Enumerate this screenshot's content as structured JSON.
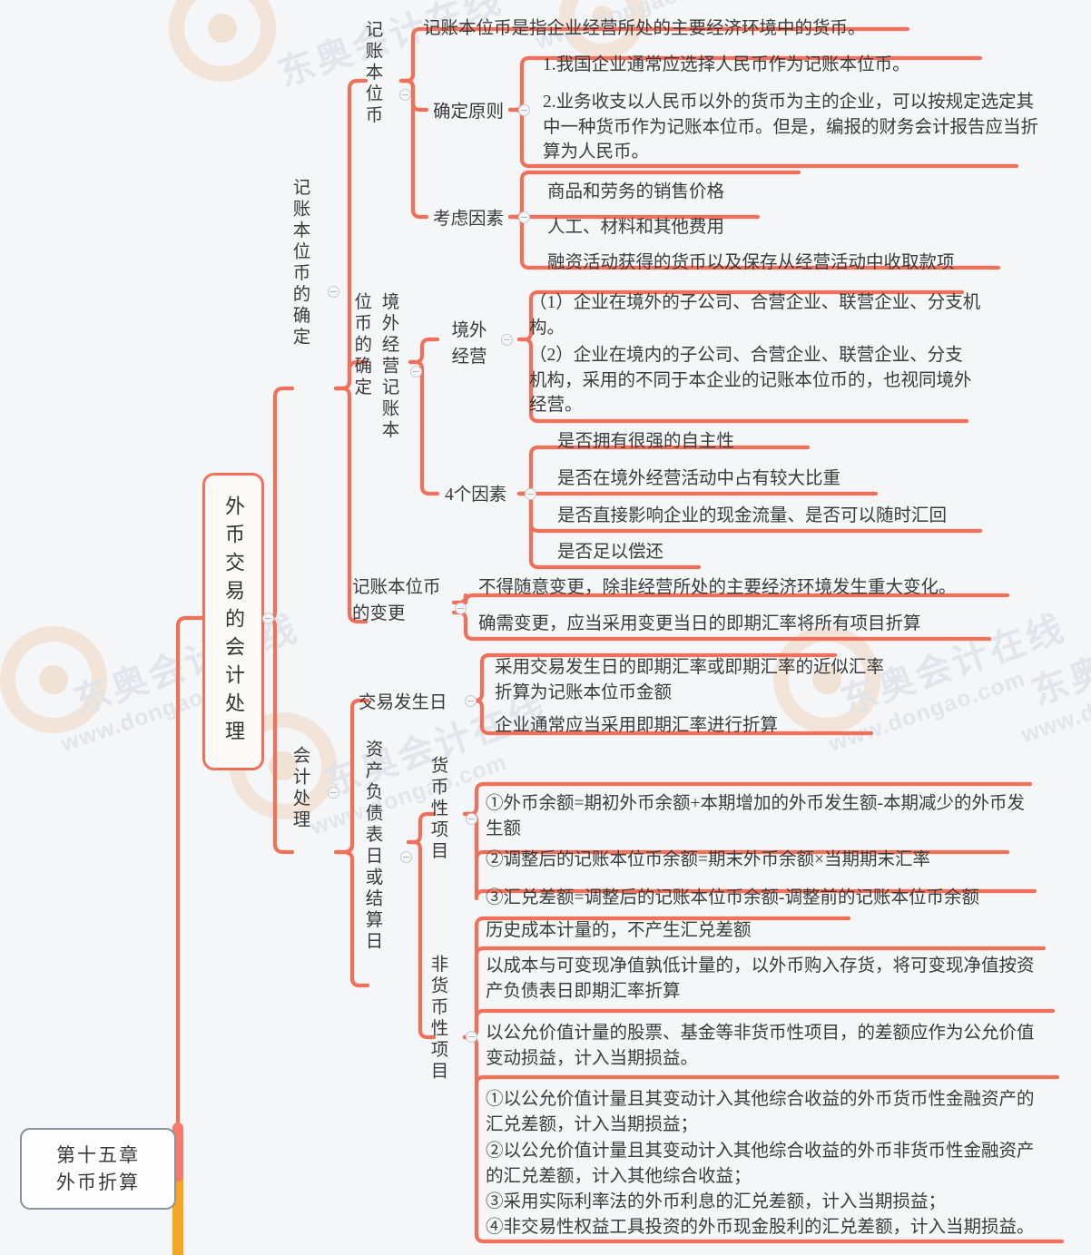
{
  "meta": {
    "colors": {
      "branch_line": "#f1705a",
      "root_border": "#8793a1",
      "root_stem": "#f5a623",
      "background": "#f4f6f8",
      "text": "#3b3b3b"
    },
    "watermark_cn": "东奥会计在线",
    "watermark_url": "www.dongao.com",
    "logo_icon": "dongao-ring-logo"
  },
  "root": {
    "label": "第十五章\n外币折算"
  },
  "central": {
    "label": "外币交易的会计处理"
  },
  "level2": {
    "determination": "记账本位币的确定",
    "accounting": "会计处理"
  },
  "level3": {
    "functional_currency": "记账本位币",
    "overseas_functional_currency": "境外经营记账本位币的确定",
    "change_of_functional_currency": "记账本位币的变更",
    "transaction_date": "交易发生日",
    "balance_sheet_date": "资产负债表日或结算日"
  },
  "level4": {
    "principles": "确定原则",
    "factors": "考虑因素",
    "overseas_operation": "境外\n经营",
    "four_factors": "4个因素",
    "monetary_items": "货币性项目",
    "non_monetary_items": "非货币性项目"
  },
  "leaves": {
    "functional_currency_def": "记账本位币是指企业经营所处的主要经济环境中的货币。",
    "principle_1": "1.我国企业通常应选择人民币作为记账本位币。",
    "principle_2": "2.业务收支以人民币以外的货币为主的企业，可以按规定选定其中一种货币作为记账本位币。但是，编报的财务会计报告应当折算为人民币。",
    "factor_1": "商品和劳务的销售价格",
    "factor_2": "人工、材料和其他费用",
    "factor_3": "融资活动获得的货币以及保存从经营活动中收取款项",
    "overseas_1": "（1）企业在境外的子公司、合营企业、联营企业、分支机构。",
    "overseas_2": "（2）企业在境内的子公司、合营企业、联营企业、分支机构，采用的不同于本企业的记账本位币的，也视同境外经营。",
    "four_factor_1": "是否拥有很强的自主性",
    "four_factor_2": "是否在境外经营活动中占有较大比重",
    "four_factor_3": "是否直接影响企业的现金流量、是否可以随时汇回",
    "four_factor_4": "是否足以偿还",
    "change_1": "不得随意变更，除非经营所处的主要经济环境发生重大变化。",
    "change_2": "确需变更，应当采用变更当日的即期汇率将所有项目折算",
    "transaction_1": "采用交易发生日的即期汇率或即期汇率的近似汇率折算为记账本位币金额",
    "transaction_2": "企业通常应当采用即期汇率进行折算",
    "monetary_1": "①外币余额=期初外币余额+本期增加的外币发生额-本期减少的外币发生额",
    "monetary_2": "②调整后的记账本位币余额=期末外币余额×当期期末汇率",
    "monetary_3": "③汇兑差额=调整后的记账本位币余额-调整前的记账本位币余额",
    "non_monetary_1": "历史成本计量的，不产生汇兑差额",
    "non_monetary_2": "以成本与可变现净值孰低计量的，以外币购入存货，将可变现净值按资产负债表日即期汇率折算",
    "non_monetary_3": "以公允价值计量的股票、基金等非货币性项目，的差额应作为公允价值变动损益，计入当期损益。",
    "non_monetary_4": "①以公允价值计量且其变动计入其他综合收益的外币货币性金融资产的汇兑差额，计入当期损益；\n②以公允价值计量且其变动计入其他综合收益的外币非货币性金融资产的汇兑差额，计入其他综合收益；\n③采用实际利率法的外币利息的汇兑差额，计入当期损益；\n④非交易性权益工具投资的外币现金股利的汇兑差额，计入当期损益。"
  }
}
